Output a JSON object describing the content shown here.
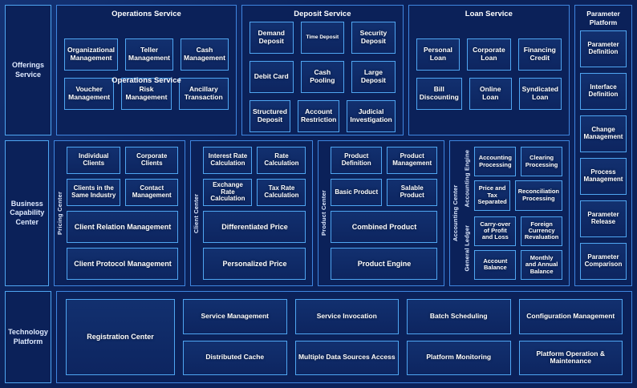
{
  "rows": {
    "offerings": {
      "side_label": "Offerings Service",
      "services": [
        {
          "title": "Operations Service",
          "duplicate_title": "Operations Service",
          "rows": [
            [
              "Organizational Management",
              "Teller Management",
              "Cash Management"
            ],
            [
              "Voucher Management",
              "Risk Management",
              "Ancillary Transaction"
            ]
          ]
        },
        {
          "title": "Deposit Service",
          "rows": [
            [
              "Demand Deposit",
              "Time Deposit",
              "Security Deposit"
            ],
            [
              "Debit Card",
              "Cash Pooling",
              "Large Deposit"
            ],
            [
              "Structured Deposit",
              "Account Restriction",
              "Judicial Investigation"
            ]
          ]
        },
        {
          "title": "Loan Service",
          "rows": [
            [
              "Personal Loan",
              "Corporate Loan",
              "Financing Credit"
            ],
            [
              "Bill Discounting",
              "Online Loan",
              "Syndicated Loan"
            ]
          ]
        }
      ]
    },
    "parameter_platform": {
      "title": "Parameter Platform",
      "items": [
        "Parameter Definition",
        "Interface Definition",
        "Change Management",
        "Process Management",
        "Parameter Release",
        "Parameter Comparison"
      ]
    },
    "business_capability": {
      "side_label": "Business Capability Center",
      "centers": [
        {
          "vertical_label": "Pricing Center",
          "pairs": [
            [
              "Individual Clients",
              "Corporate Clients"
            ],
            [
              "Clients in the Same Industry",
              "Contact Management"
            ]
          ],
          "wide": [
            "Client Relation Management",
            "Client Protocol Management"
          ]
        },
        {
          "vertical_label": "Client Center",
          "pairs": [
            [
              "Interest Rate Calculation",
              "Rate Calculation"
            ],
            [
              "Exchange Rate Calculation",
              "Tax Rate Calculation"
            ]
          ],
          "wide": [
            "Differentiated Price",
            "Personalized Price"
          ]
        },
        {
          "vertical_label": "Product Center",
          "pairs": [
            [
              "Product Definition",
              "Product Management"
            ],
            [
              "Basic Product",
              "Salable Product"
            ]
          ],
          "wide": [
            "Combined Product",
            "Product Engine"
          ]
        }
      ],
      "accounting": {
        "vertical_label": "Accounting Center",
        "blocks": [
          {
            "vertical_label": "Accounting Engine",
            "pairs": [
              [
                "Accounting Processing",
                "Clearing Processing"
              ],
              [
                "Price and Tax Separated",
                "Reconciliation Processing"
              ]
            ]
          },
          {
            "vertical_label": "General Ledger",
            "pairs": [
              [
                "Carry-over of Profit and Loss",
                "Foreign Currency Revaluation"
              ],
              [
                "Account Balance",
                "Monthly and Annual Balance"
              ]
            ]
          }
        ]
      }
    },
    "technology": {
      "side_label": "Technology Platform",
      "registration": "Registration Center",
      "columns": [
        [
          "Service Management",
          "Distributed Cache"
        ],
        [
          "Service Invocation",
          "Multiple Data Sources Access"
        ],
        [
          "Batch Scheduling",
          "Platform Monitoring"
        ],
        [
          "Configuration Management",
          "Platform Operation & Maintenance"
        ]
      ]
    }
  },
  "colors": {
    "background": "#0b2159",
    "group_border": "#3f86e0",
    "card_border": "#4fa6f2",
    "text": "#ffffff"
  }
}
